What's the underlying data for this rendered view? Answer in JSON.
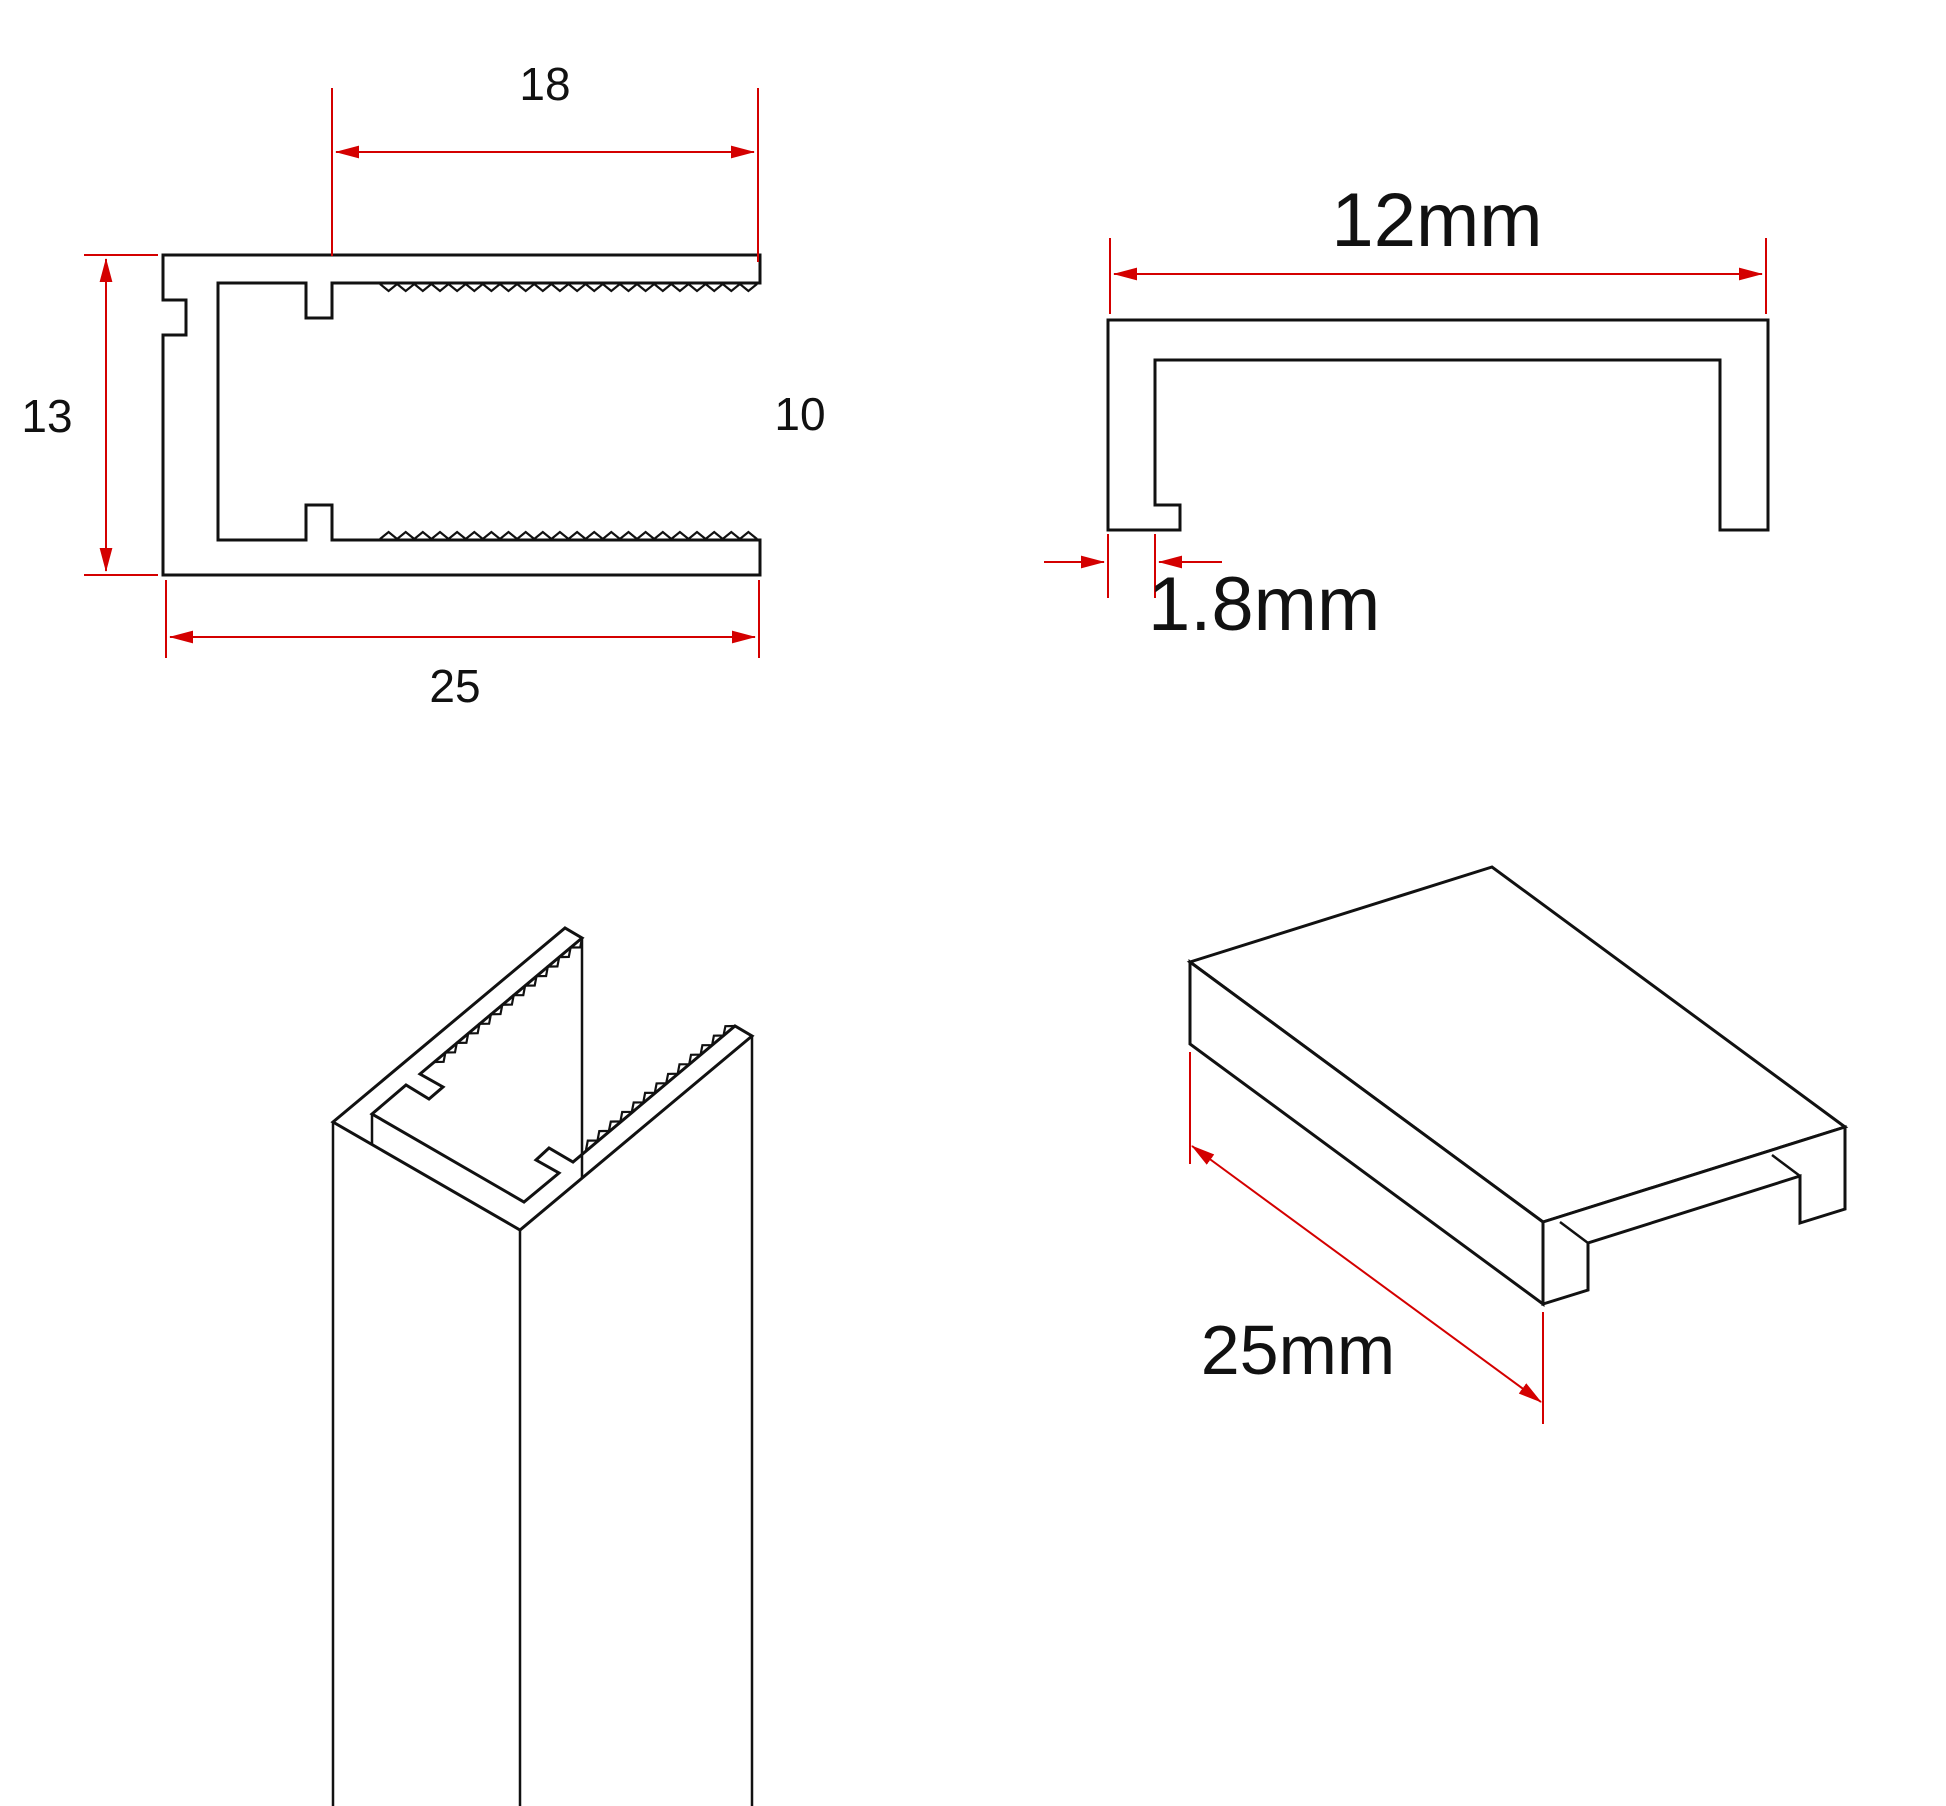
{
  "drawing": {
    "background": "#ffffff",
    "line_color": "#111111",
    "dimension_color": "#d40000",
    "views": {
      "profile_section": {
        "dimensions": {
          "top_width": "18",
          "height": "13",
          "opening_height": "10",
          "bottom_width": "25"
        }
      },
      "cap_section": {
        "dimensions": {
          "outer_width": "12mm",
          "wall_thickness": "1.8mm"
        }
      },
      "cap_isometric": {
        "dimensions": {
          "length": "25mm"
        }
      }
    }
  }
}
